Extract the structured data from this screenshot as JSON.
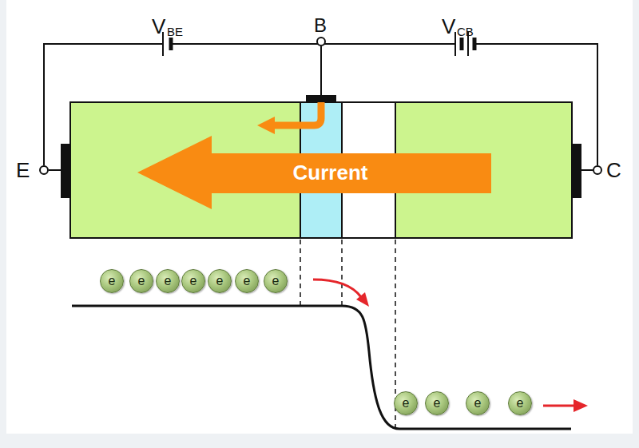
{
  "diagram": {
    "nodes": [
      {
        "text": [
          "Current"
        ]
      },
      {
        "text": [
          "e"
        ]
      },
      {
        "text": [
          "e"
        ]
      },
      {
        "text": [
          "e"
        ]
      },
      {
        "text": [
          "e"
        ]
      },
      {
        "text": [
          "e"
        ]
      },
      {
        "text": [
          "e"
        ]
      },
      {
        "text": [
          "e"
        ]
      },
      {
        "text": [
          "e"
        ]
      },
      {
        "text": [
          "e"
        ]
      },
      {
        "text": [
          "e"
        ]
      },
      {
        "text": [
          "e"
        ]
      }
    ],
    "labels": [
      "V",
      "BE",
      "B",
      "V",
      "CB",
      "E",
      "C"
    ]
  }
}
